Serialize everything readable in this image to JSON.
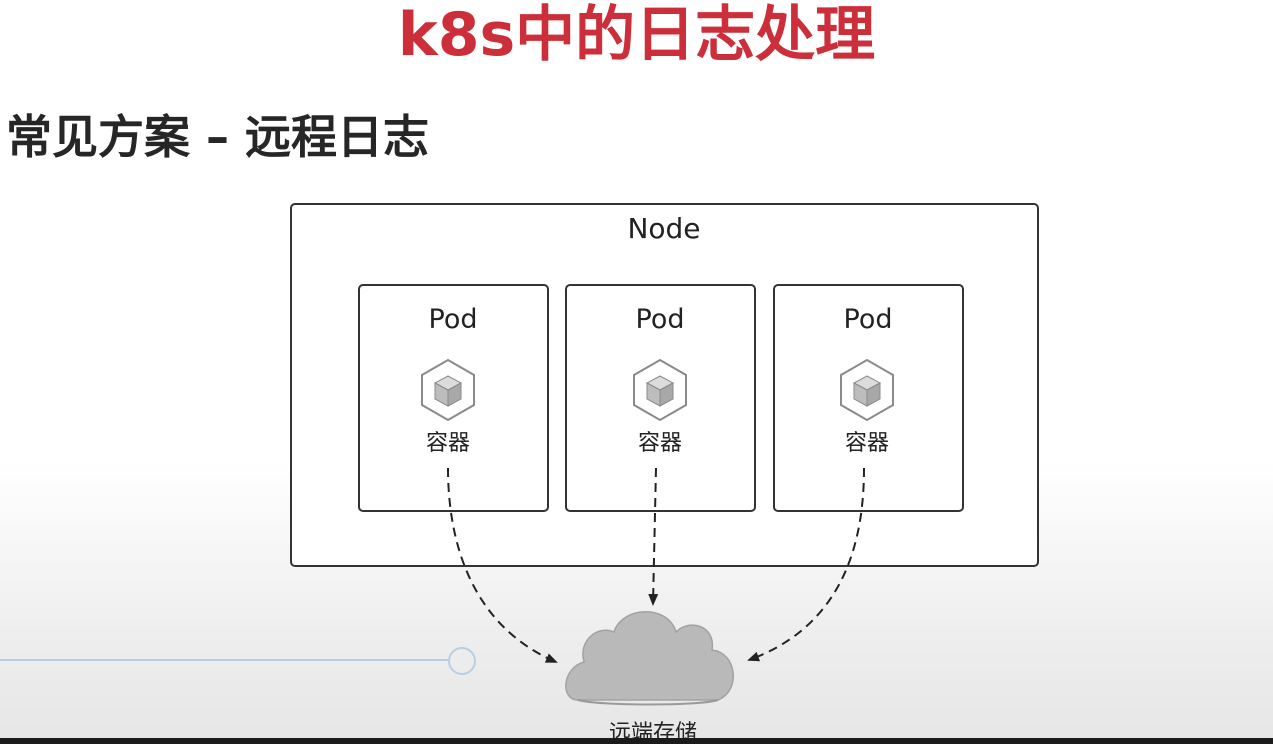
{
  "slide": {
    "title": "k8s中的日志处理",
    "subtitle": "常见方案 – 远程日志"
  },
  "diagram": {
    "node_label": "Node",
    "pods": [
      {
        "label": "Pod",
        "container_label": "容器"
      },
      {
        "label": "Pod",
        "container_label": "容器"
      },
      {
        "label": "Pod",
        "container_label": "容器"
      }
    ],
    "storage_label": "远端存储"
  },
  "colors": {
    "title": "#cc2e3a",
    "subtitle": "#262626",
    "box_stroke": "#333333",
    "cloud_fill": "#b9b9b9",
    "progress_line": "#b7cfe6"
  },
  "icons": {
    "container": "cube-icon",
    "storage": "cloud-icon"
  }
}
